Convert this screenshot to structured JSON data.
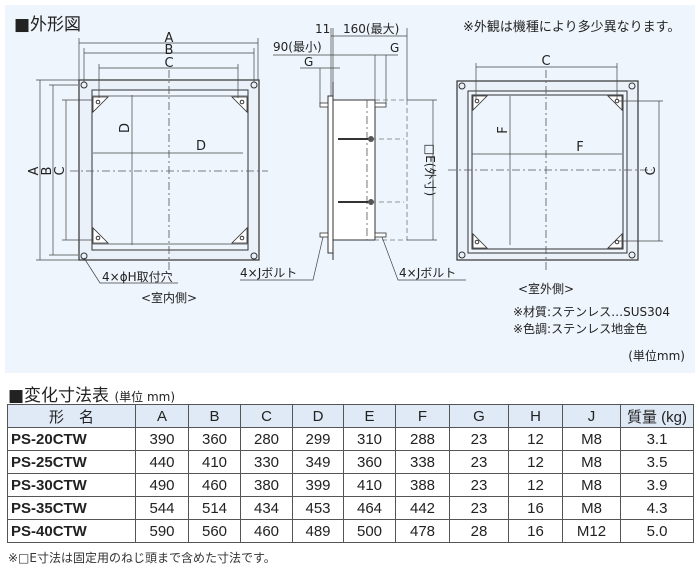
{
  "outline": {
    "title": "■外形図",
    "appearance_note": "※外観は機種により多少異なります。",
    "note_mark_color": "#33aadd",
    "indoor": {
      "labels": {
        "A": "A",
        "B": "B",
        "C": "C",
        "D": "D"
      },
      "hole_label": "4×ϕH取付穴",
      "side_label": "<室内側>"
    },
    "side_view": {
      "dim_11": "11",
      "dim_160": "160(最大)",
      "dim_90": "90(最小)",
      "g_label": "G",
      "e_label": "□E(外寸)",
      "bolt_label": "4×Jボルト"
    },
    "outdoor": {
      "labels": {
        "C": "C",
        "F": "F"
      },
      "side_label": "<室外側>",
      "material": "※材質:ステンレス…SUS304",
      "color": "※色調:ステンレス地金色",
      "unit": "(単位mm)"
    }
  },
  "table": {
    "title": "■変化寸法表",
    "unit": "(単位 mm)",
    "header_bg": "#dfeaf6",
    "headers": [
      "形　名",
      "A",
      "B",
      "C",
      "D",
      "E",
      "F",
      "G",
      "H",
      "J",
      "質量 (kg)"
    ],
    "rows": [
      [
        "PS-20CTW",
        "390",
        "360",
        "280",
        "299",
        "310",
        "288",
        "23",
        "12",
        "M8",
        "3.1"
      ],
      [
        "PS-25CTW",
        "440",
        "410",
        "330",
        "349",
        "360",
        "338",
        "23",
        "12",
        "M8",
        "3.5"
      ],
      [
        "PS-30CTW",
        "490",
        "460",
        "380",
        "399",
        "410",
        "388",
        "23",
        "12",
        "M8",
        "3.9"
      ],
      [
        "PS-35CTW",
        "544",
        "514",
        "434",
        "453",
        "464",
        "442",
        "23",
        "16",
        "M8",
        "4.3"
      ],
      [
        "PS-40CTW",
        "590",
        "560",
        "460",
        "489",
        "500",
        "478",
        "28",
        "16",
        "M12",
        "5.0"
      ]
    ],
    "footnote": "※□E寸法は固定用のねじ頭まで含めた寸法です。"
  }
}
